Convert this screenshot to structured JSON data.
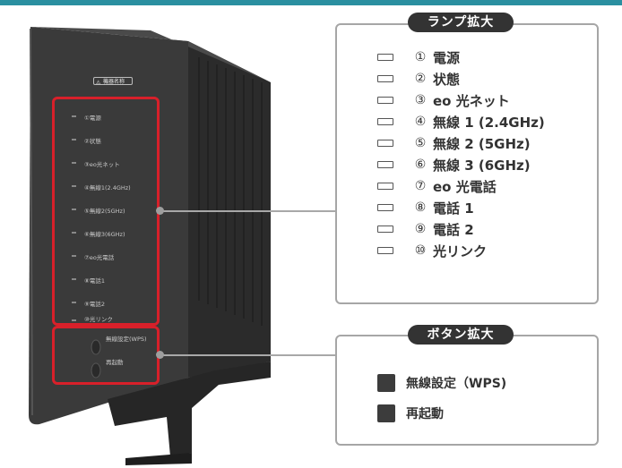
{
  "lamp_panel": {
    "title": "ランプ拡大",
    "items": [
      {
        "num": "①",
        "label": "電源"
      },
      {
        "num": "②",
        "label": "状態"
      },
      {
        "num": "③",
        "label": "eo 光ネット"
      },
      {
        "num": "④",
        "label": "無線 1 (2.4GHz)"
      },
      {
        "num": "⑤",
        "label": "無線 2 (5GHz)"
      },
      {
        "num": "⑥",
        "label": "無線 3 (6GHz)"
      },
      {
        "num": "⑦",
        "label": "eo 光電話"
      },
      {
        "num": "⑧",
        "label": "電話 1"
      },
      {
        "num": "⑨",
        "label": "電話 2"
      },
      {
        "num": "⑩",
        "label": "光リンク"
      }
    ]
  },
  "button_panel": {
    "title": "ボタン拡大",
    "items": [
      {
        "label": "無線設定（WPS)"
      },
      {
        "label": "再起動"
      }
    ]
  },
  "device": {
    "warning_label": "機器名称",
    "led_labels": [
      "①電源",
      "②状態",
      "③eo光ネット",
      "④無線1(2.4GHz)",
      "⑤無線2(5GHz)",
      "⑥無線3(6GHz)",
      "⑦eo光電話",
      "⑧電話1",
      "⑨電話2",
      "⑩光リンク"
    ],
    "button_labels": [
      "無線設定(WPS)",
      "再起動"
    ]
  },
  "colors": {
    "highlight": "#d8202a",
    "device_body": "#3a3a3a",
    "pill": "#333333",
    "accent_bar": "#2a8fa0"
  }
}
